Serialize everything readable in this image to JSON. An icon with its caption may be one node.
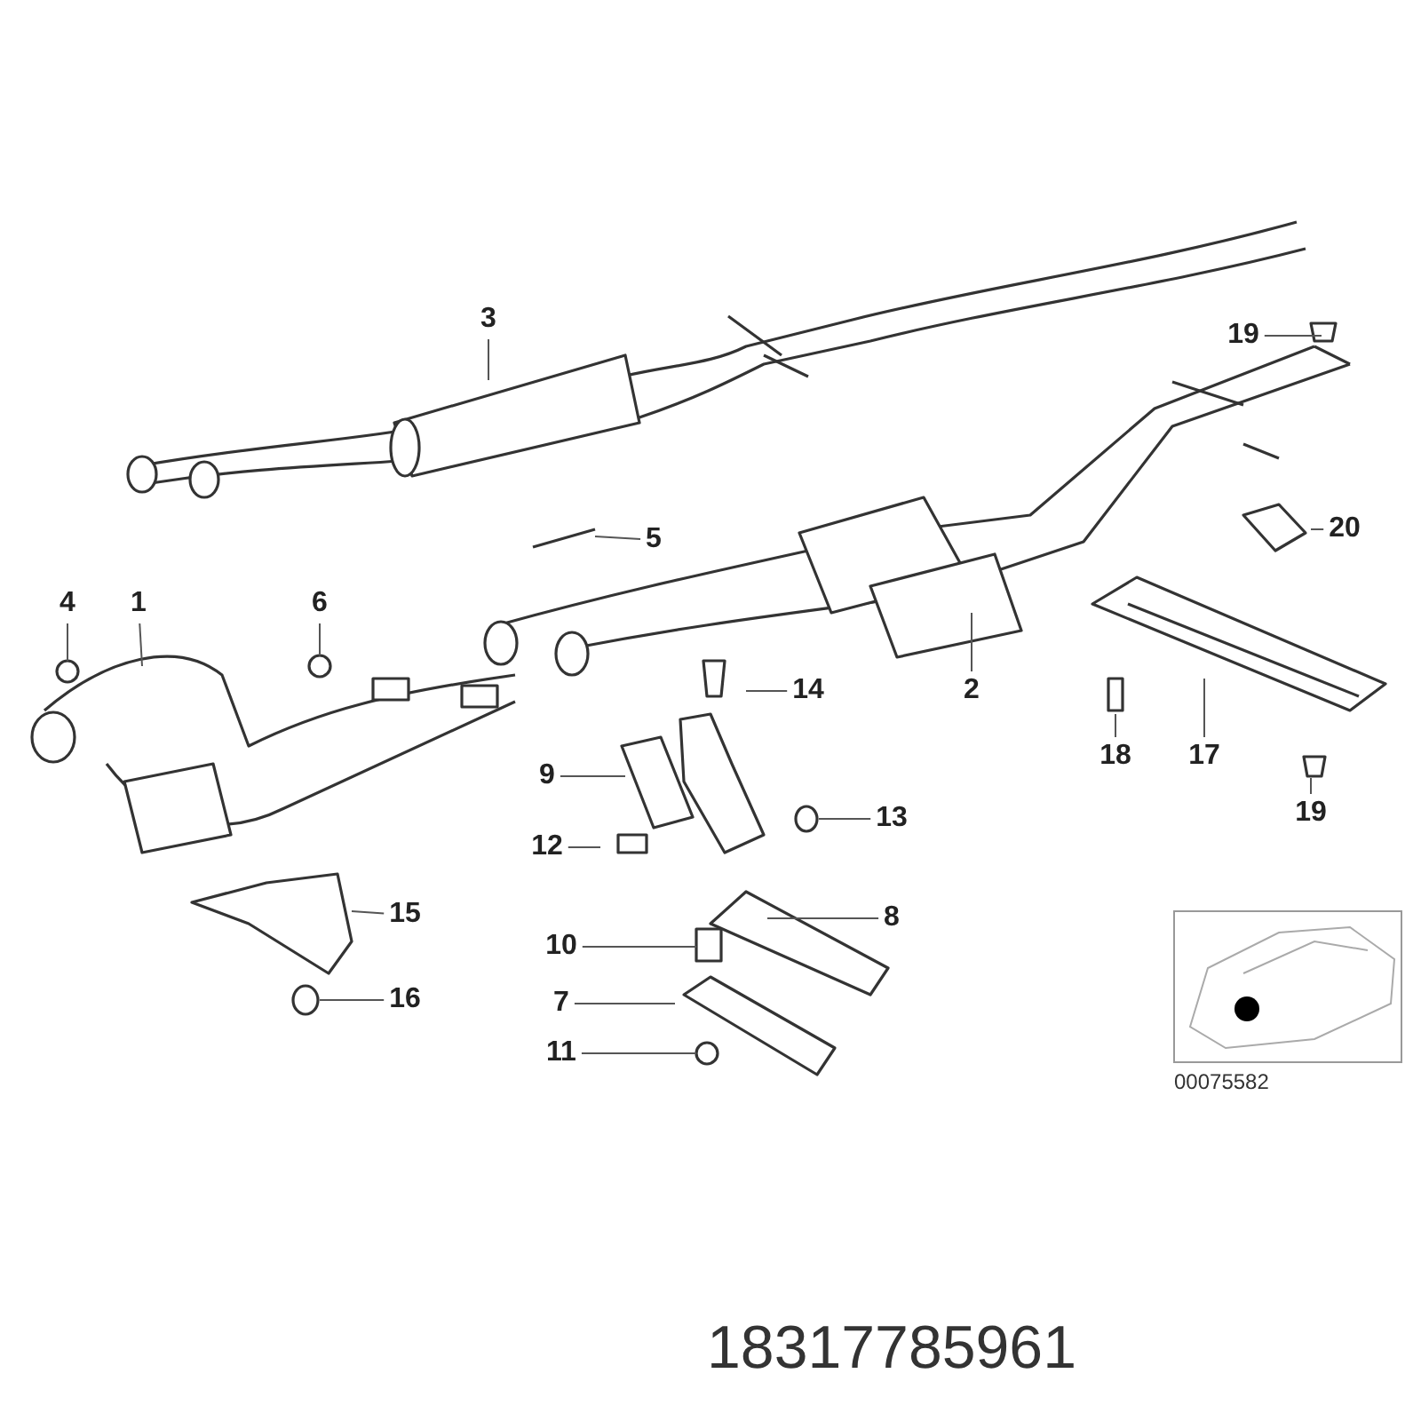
{
  "diagram": {
    "nodes": [
      {
        "text": [
          "3"
        ]
      },
      {
        "text": [
          "19"
        ]
      },
      {
        "text": [
          "5"
        ]
      },
      {
        "text": [
          "20"
        ]
      },
      {
        "text": [
          "4"
        ]
      },
      {
        "text": [
          "1"
        ]
      },
      {
        "text": [
          "6"
        ]
      },
      {
        "text": [
          "14"
        ]
      },
      {
        "text": [
          "2"
        ]
      },
      {
        "text": [
          "9"
        ]
      },
      {
        "text": [
          "13"
        ]
      },
      {
        "text": [
          "18"
        ]
      },
      {
        "text": [
          "17"
        ]
      },
      {
        "text": [
          "19"
        ]
      },
      {
        "text": [
          "12"
        ]
      },
      {
        "text": [
          "15"
        ]
      },
      {
        "text": [
          "8"
        ]
      },
      {
        "text": [
          "10"
        ]
      },
      {
        "text": [
          "7"
        ]
      },
      {
        "text": [
          "16"
        ]
      },
      {
        "text": [
          "11"
        ]
      }
    ],
    "edges": [
      {
        "from": 0,
        "to": null,
        "arrow": "none"
      },
      {
        "from": 1,
        "to": null,
        "arrow": "none"
      },
      {
        "from": 2,
        "to": null,
        "arrow": "none"
      },
      {
        "from": 3,
        "to": null,
        "arrow": "none"
      },
      {
        "from": 4,
        "to": null,
        "arrow": "none"
      },
      {
        "from": 5,
        "to": null,
        "arrow": "none"
      },
      {
        "from": 6,
        "to": null,
        "arrow": "none"
      },
      {
        "from": 7,
        "to": null,
        "arrow": "none"
      },
      {
        "from": 8,
        "to": null,
        "arrow": "none"
      },
      {
        "from": 9,
        "to": null,
        "arrow": "none"
      },
      {
        "from": 10,
        "to": null,
        "arrow": "none"
      },
      {
        "from": 11,
        "to": null,
        "arrow": "none"
      },
      {
        "from": 12,
        "to": null,
        "arrow": "none"
      },
      {
        "from": 13,
        "to": null,
        "arrow": "none"
      },
      {
        "from": 14,
        "to": null,
        "arrow": "none"
      },
      {
        "from": 15,
        "to": null,
        "arrow": "none"
      },
      {
        "from": 16,
        "to": null,
        "arrow": "none"
      },
      {
        "from": 17,
        "to": null,
        "arrow": "none"
      },
      {
        "from": 18,
        "to": null,
        "arrow": "none"
      },
      {
        "from": 19,
        "to": null,
        "arrow": "none"
      },
      {
        "from": 20,
        "to": null,
        "arrow": "none"
      }
    ],
    "labels": [
      "00075582",
      "18317785961"
    ]
  }
}
